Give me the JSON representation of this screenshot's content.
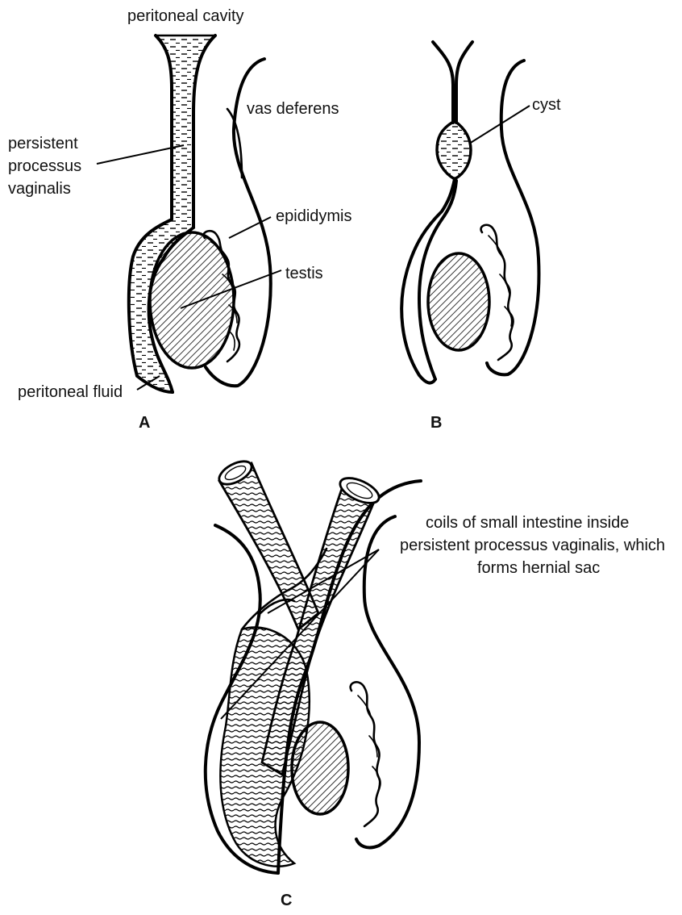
{
  "figure": {
    "panel_a": {
      "caption": "A",
      "labels": {
        "peritoneal_cavity": "peritoneal cavity",
        "vas_deferens": "vas deferens",
        "persistent_processus_line1": "persistent",
        "persistent_processus_line2": "processus",
        "persistent_processus_line3": "vaginalis",
        "epididymis": "epididymis",
        "testis": "testis",
        "peritoneal_fluid": "peritoneal fluid"
      }
    },
    "panel_b": {
      "caption": "B",
      "labels": {
        "cyst": "cyst"
      }
    },
    "panel_c": {
      "caption": "C",
      "labels": {
        "hernia_line1": "coils of small intestine inside",
        "hernia_line2": "persistent processus vaginalis, which",
        "hernia_line3": "forms hernial sac"
      }
    }
  }
}
